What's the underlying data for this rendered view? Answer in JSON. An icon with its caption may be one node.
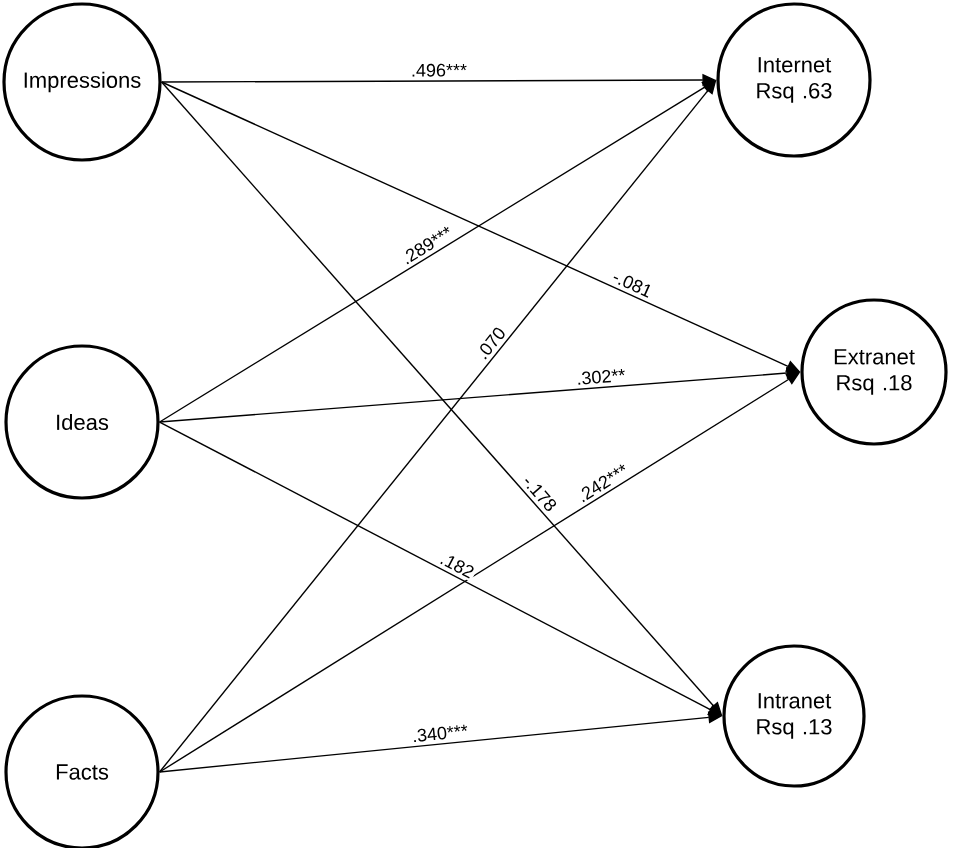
{
  "diagram": {
    "nodes": [
      {
        "text": [
          "Impressions"
        ]
      },
      {
        "text": [
          "Ideas"
        ]
      },
      {
        "text": [
          "Facts"
        ]
      },
      {
        "text": [
          "Internet Rsq .63"
        ]
      },
      {
        "text": [
          "Extranet Rsq .18"
        ]
      },
      {
        "text": [
          "Intranet Rsq .13"
        ]
      }
    ],
    "edges": [
      {
        "from": 0,
        "to": 3,
        "arrow": "to",
        "label": ".496***"
      },
      {
        "from": 0,
        "to": 4,
        "arrow": "to",
        "label": "-.081"
      },
      {
        "from": 0,
        "to": 5,
        "arrow": "to",
        "label": "-.178"
      },
      {
        "from": 1,
        "to": 3,
        "arrow": "to",
        "label": ".289***"
      },
      {
        "from": 1,
        "to": 4,
        "arrow": "to",
        "label": ".302**"
      },
      {
        "from": 1,
        "to": 5,
        "arrow": "to",
        "label": ".182"
      },
      {
        "from": 2,
        "to": 3,
        "arrow": "to",
        "label": ".070"
      },
      {
        "from": 2,
        "to": 4,
        "arrow": "to",
        "label": ".242***"
      },
      {
        "from": 2,
        "to": 5,
        "arrow": "to",
        "label": ".340***"
      }
    ]
  }
}
